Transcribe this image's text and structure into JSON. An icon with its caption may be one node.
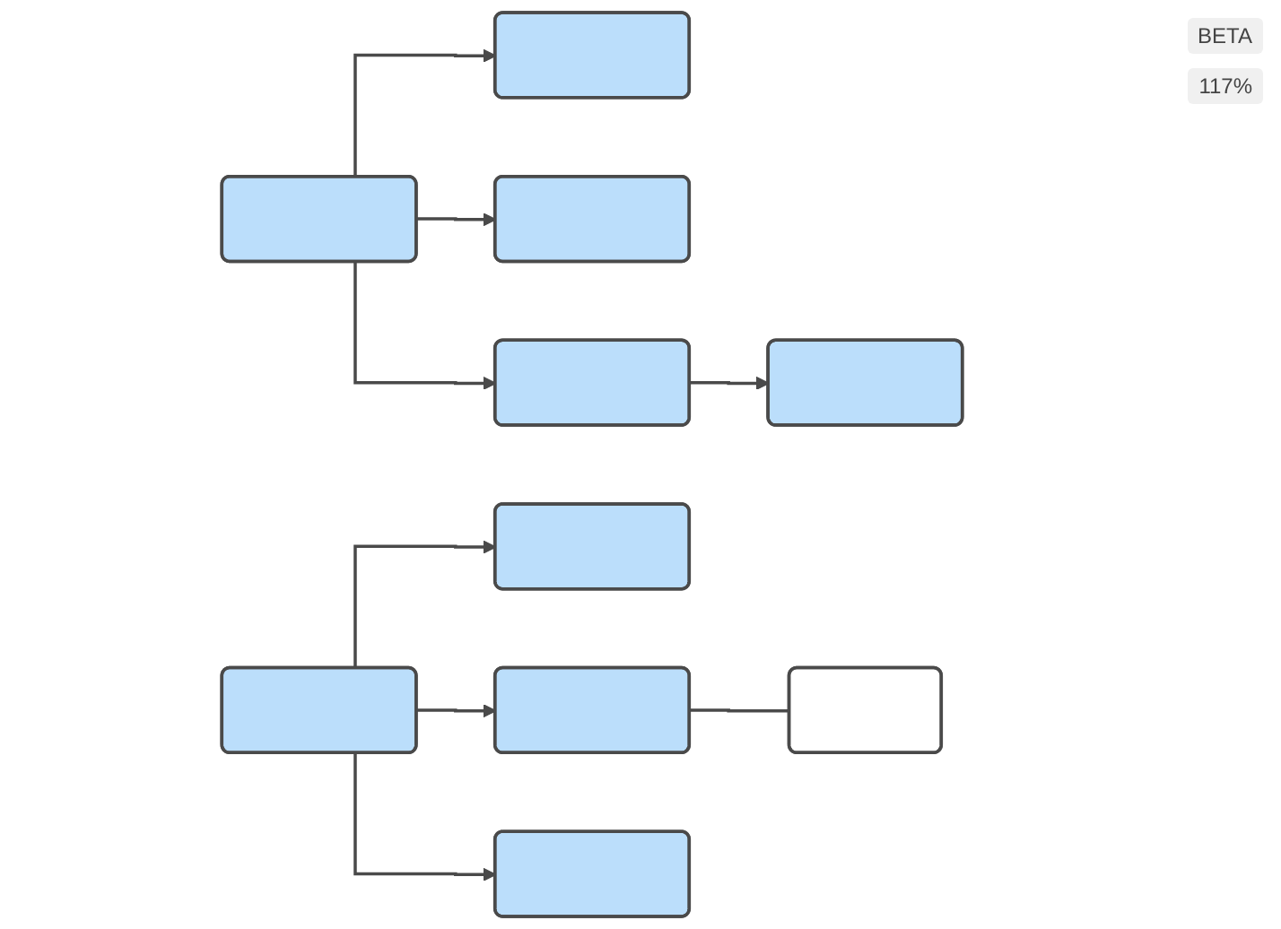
{
  "diagram": {
    "nodes": [
      {
        "text": [],
        "shape": "box"
      },
      {
        "text": [],
        "shape": "box"
      },
      {
        "text": [],
        "shape": "box"
      },
      {
        "text": [],
        "shape": "box"
      },
      {
        "text": [],
        "shape": "box"
      },
      {
        "text": [],
        "shape": "callout"
      },
      {
        "text": [],
        "shape": "box"
      },
      {
        "text": [],
        "shape": "box"
      },
      {
        "text": [],
        "shape": "box"
      },
      {
        "text": [],
        "shape": "box"
      }
    ],
    "edges": [
      {
        "from": 0,
        "to": 1,
        "arrow": "to"
      },
      {
        "from": 0,
        "to": 2,
        "arrow": "to"
      },
      {
        "from": 0,
        "to": 3,
        "arrow": "to"
      },
      {
        "from": 3,
        "to": 4,
        "arrow": "to"
      },
      {
        "from": 6,
        "to": 7,
        "arrow": "to"
      },
      {
        "from": 6,
        "to": 8,
        "arrow": "to"
      },
      {
        "from": 6,
        "to": 9,
        "arrow": "to"
      },
      {
        "from": 5,
        "to": 8,
        "arrow": "none"
      }
    ],
    "labels": [
      "BETA",
      "117%"
    ]
  }
}
